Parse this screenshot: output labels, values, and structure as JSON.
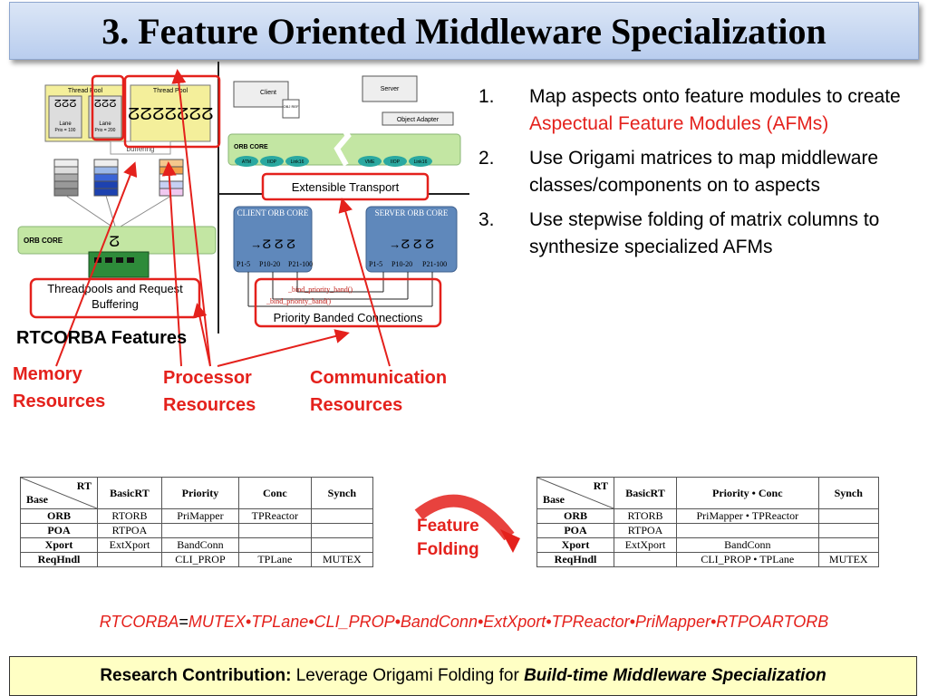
{
  "slide_title": "3.  Feature Oriented Middleware Specialization",
  "figure": {
    "thread_pool_1": "Thread Pool",
    "thread_pool_2": "Thread Pool",
    "lane_1": "Lane",
    "lane_1_prio": "Prio = 100",
    "lane_2": "Lane",
    "lane_2_prio": "Prio = 200",
    "buffering": "buffering",
    "orb_core_left": "ORB CORE",
    "threadpools_box": "Threadpools and Request Buffering",
    "client": "Client",
    "obj_ref": "OBJ REF",
    "server": "Server",
    "object_adapter": "Object Adapter",
    "orb_core_right": "ORB CORE",
    "protocols": [
      "ATM",
      "IIOP",
      "Link16",
      "VME",
      "IIOP",
      "Link16"
    ],
    "extensible_transport": "Extensible Transport",
    "client_core": "CLIENT ORB CORE",
    "server_core": "SERVER ORB CORE",
    "priorities": [
      "P1-5",
      "P10-20",
      "P21-100"
    ],
    "bind_1": "_bind_priority_band()",
    "bind_2": "_bind_priority_band()",
    "priority_banded": "Priority Banded Connections"
  },
  "labels": {
    "rtcorba_features": "RTCORBA Features",
    "memory": "Memory Resources",
    "processor": "Processor Resources",
    "communication": "Communication Resources",
    "folding": "Feature Folding"
  },
  "points": [
    {
      "num": "1.",
      "before": "Map aspects onto feature modules to create ",
      "highlight": "Aspectual Feature Modules (AFMs)"
    },
    {
      "num": "2.",
      "text": "Use Origami matrices to map middleware classes/components on to aspects"
    },
    {
      "num": "3.",
      "text": "Use stepwise folding of matrix columns to synthesize specialized AFMs"
    }
  ],
  "matrix_before": {
    "corner_rt": "RT",
    "corner_base": "Base",
    "columns": [
      "BasicRT",
      "Priority",
      "Conc",
      "Synch"
    ],
    "rows": [
      {
        "head": "ORB",
        "cells": [
          "RTORB",
          "PriMapper",
          "TPReactor",
          ""
        ]
      },
      {
        "head": "POA",
        "cells": [
          "RTPOA",
          "",
          "",
          ""
        ]
      },
      {
        "head": "Xport",
        "cells": [
          "ExtXport",
          "BandConn",
          "",
          ""
        ]
      },
      {
        "head": "ReqHndl",
        "cells": [
          "",
          "CLI_PROP",
          "TPLane",
          "MUTEX"
        ]
      }
    ]
  },
  "matrix_after": {
    "corner_rt": "RT",
    "corner_base": "Base",
    "columns": [
      "BasicRT",
      "Priority • Conc",
      "Synch"
    ],
    "rows": [
      {
        "head": "ORB",
        "cells": [
          "RTORB",
          "PriMapper • TPReactor",
          ""
        ]
      },
      {
        "head": "POA",
        "cells": [
          "RTPOA",
          "",
          ""
        ]
      },
      {
        "head": "Xport",
        "cells": [
          "ExtXport",
          "BandConn",
          ""
        ]
      },
      {
        "head": "ReqHndl",
        "cells": [
          "",
          "CLI_PROP • TPLane",
          "MUTEX"
        ]
      }
    ]
  },
  "formula": {
    "lhs": "RTCORBA",
    "eq": "=",
    "rhs": "MUTEX•TPLane•CLI_PROP•BandConn•ExtXport•TPReactor•PriMapper•RTPOARTORB"
  },
  "contribution": {
    "bold_prefix": "Research Contribution:",
    "middle": " Leverage Origami Folding for ",
    "bold_italic": "Build-time Middleware Specialization"
  },
  "colors": {
    "accent_red": "#e4211c",
    "title_bg": "#c6d6f0",
    "contrib_bg": "#ffffc4",
    "orb_green": "#c3e6a3",
    "core_blue": "#5f88bb"
  }
}
